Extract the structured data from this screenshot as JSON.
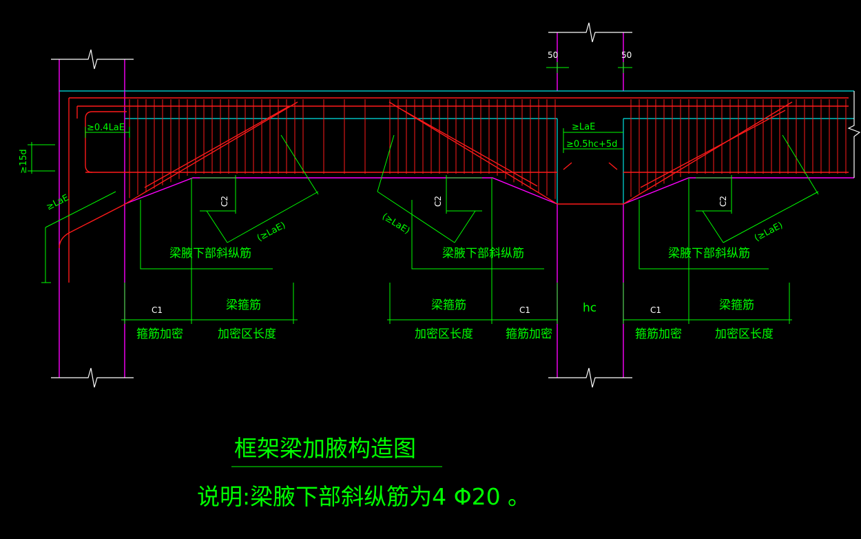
{
  "colors": {
    "background": "#000000",
    "annotation": "#00ff00",
    "rebar": "#ff1a1a",
    "outline": "#ff00ff",
    "axis": "#00e5e5",
    "dimension_text": "#ffffff"
  },
  "labels": {
    "dim_50": "50",
    "anchor_04lae": "≥0.4LaE",
    "bend_15d": "≥15d",
    "lae": "≥LaE",
    "lae_05hc": "≥0.5hc+5d",
    "paren_lae": "(≥LaE)",
    "c2": "C2",
    "c1": "C1",
    "hc": "hc",
    "haunch_bar": "梁腋下部斜纵筋",
    "stirrup": "梁箍筋",
    "stirrup_dense": "箍筋加密",
    "dense_length": "加密区长度"
  },
  "title": {
    "main": "框架梁加腋构造图",
    "note": "说明:梁腋下部斜纵筋为4 Φ20 。"
  }
}
